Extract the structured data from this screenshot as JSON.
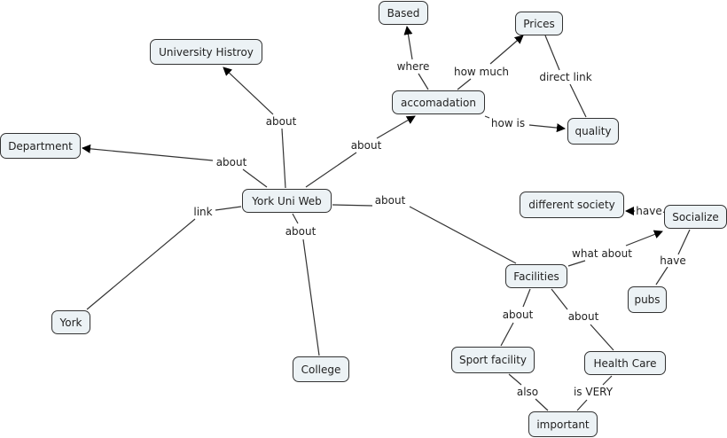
{
  "concept_map": {
    "nodes": [
      {
        "id": "history",
        "label": "University Histroy"
      },
      {
        "id": "department",
        "label": "Department"
      },
      {
        "id": "yorkuni",
        "label": "York Uni Web"
      },
      {
        "id": "york",
        "label": "York"
      },
      {
        "id": "college",
        "label": "College"
      },
      {
        "id": "based",
        "label": "Based"
      },
      {
        "id": "accom",
        "label": "accomadation"
      },
      {
        "id": "prices",
        "label": "Prices"
      },
      {
        "id": "quality",
        "label": "quality"
      },
      {
        "id": "society",
        "label": "different society"
      },
      {
        "id": "socialize",
        "label": "Socialize"
      },
      {
        "id": "facilities",
        "label": "Facilities"
      },
      {
        "id": "pubs",
        "label": "pubs"
      },
      {
        "id": "sport",
        "label": "Sport facility"
      },
      {
        "id": "health",
        "label": "Health Care"
      },
      {
        "id": "important",
        "label": "important"
      }
    ],
    "links": [
      {
        "from": "yorkuni",
        "to": "history",
        "label": "about",
        "arrow": true
      },
      {
        "from": "yorkuni",
        "to": "department",
        "label": "about",
        "arrow": true
      },
      {
        "from": "yorkuni",
        "to": "accom",
        "label": "about",
        "arrow": true
      },
      {
        "from": "yorkuni",
        "to": "facilities",
        "label": "about",
        "arrow": false
      },
      {
        "from": "yorkuni",
        "to": "york",
        "label": "link",
        "arrow": false
      },
      {
        "from": "yorkuni",
        "to": "college",
        "label": "about",
        "arrow": false
      },
      {
        "from": "accom",
        "to": "based",
        "label": "where",
        "arrow": true
      },
      {
        "from": "accom",
        "to": "prices",
        "label": "how much",
        "arrow": true
      },
      {
        "from": "accom",
        "to": "quality",
        "label": "how is",
        "arrow": true
      },
      {
        "from": "prices",
        "to": "quality",
        "label": "direct link",
        "arrow": false
      },
      {
        "from": "facilities",
        "to": "socialize",
        "label": "what about",
        "arrow": true
      },
      {
        "from": "socialize",
        "to": "society",
        "label": "have",
        "arrow": true
      },
      {
        "from": "socialize",
        "to": "pubs",
        "label": "have",
        "arrow": false
      },
      {
        "from": "facilities",
        "to": "sport",
        "label": "about",
        "arrow": false
      },
      {
        "from": "facilities",
        "to": "health",
        "label": "about",
        "arrow": false
      },
      {
        "from": "sport",
        "to": "important",
        "label": "also",
        "arrow": false
      },
      {
        "from": "health",
        "to": "important",
        "label": "is VERY",
        "arrow": false
      }
    ]
  }
}
